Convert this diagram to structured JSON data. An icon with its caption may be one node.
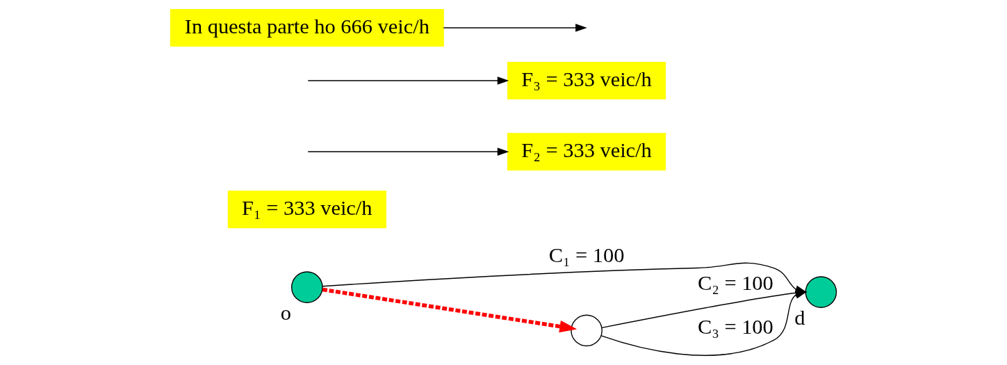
{
  "diagram": {
    "nodes": [
      {
        "text": [],
        "shape": "circle",
        "beside": [
          "o"
        ]
      },
      {
        "text": [],
        "shape": "circle",
        "beside": [
          "d"
        ]
      },
      {
        "text": [],
        "shape": "circle"
      },
      {
        "text": [
          "F₁ = 333 veic/h"
        ]
      },
      {
        "text": [
          "F₂ = 333 veic/h"
        ]
      },
      {
        "text": [
          "F₃ = 333 veic/h"
        ]
      },
      {
        "text": [
          "In questa parte ho 666 veic/h"
        ]
      }
    ],
    "edges": [
      {
        "from": 0,
        "to": 1,
        "arrow": "to",
        "label": "C₁ = 100"
      },
      {
        "from": 0,
        "to": 2,
        "arrow": "to",
        "style": "dashed",
        "color": "#ff0000"
      },
      {
        "from": 2,
        "to": 1,
        "arrow": "to",
        "label": "C₂ = 100"
      },
      {
        "from": 2,
        "to": 1,
        "arrow": "to",
        "label": "C₃ = 100"
      },
      {
        "from": null,
        "to": 4,
        "arrow": "to"
      },
      {
        "from": null,
        "to": 5,
        "arrow": "to"
      },
      {
        "from": 6,
        "to": null,
        "arrow": "to"
      }
    ]
  }
}
